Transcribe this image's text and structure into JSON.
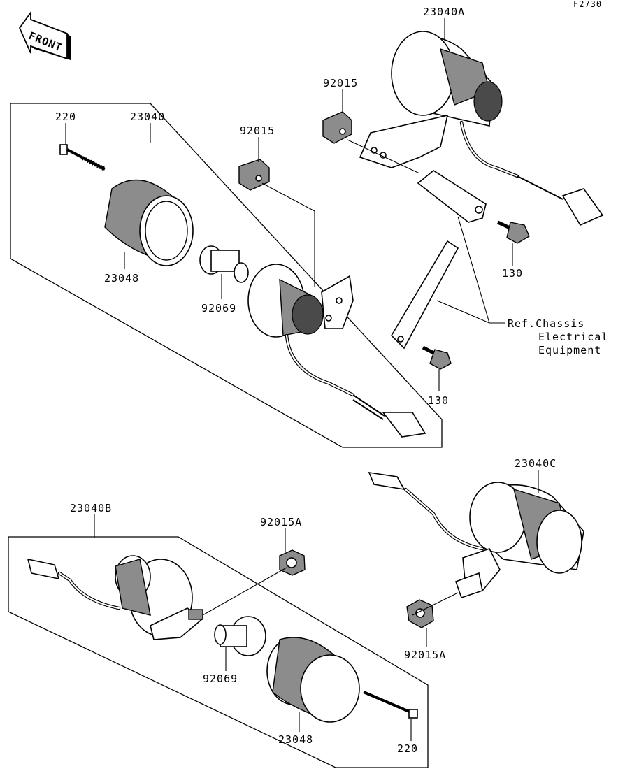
{
  "diagram_code": "F2730",
  "front_label": "FRONT",
  "labels": {
    "p23040A": "23040A",
    "p92015_upper_right": "92015",
    "p220_top": "220",
    "p23040": "23040",
    "p92015_mid": "92015",
    "p23048_top": "23048",
    "p92069_top": "92069",
    "p130_upper": "130",
    "p130_lower": "130",
    "ref_line1": "Ref.Chassis",
    "ref_line2": "Electrical",
    "ref_line3": "Equipment",
    "p23040C": "23040C",
    "p23040B": "23040B",
    "p92015A_left": "92015A",
    "p92015A_right": "92015A",
    "p92069_bottom": "92069",
    "p23048_bottom": "23048",
    "p220_bottom": "220"
  }
}
